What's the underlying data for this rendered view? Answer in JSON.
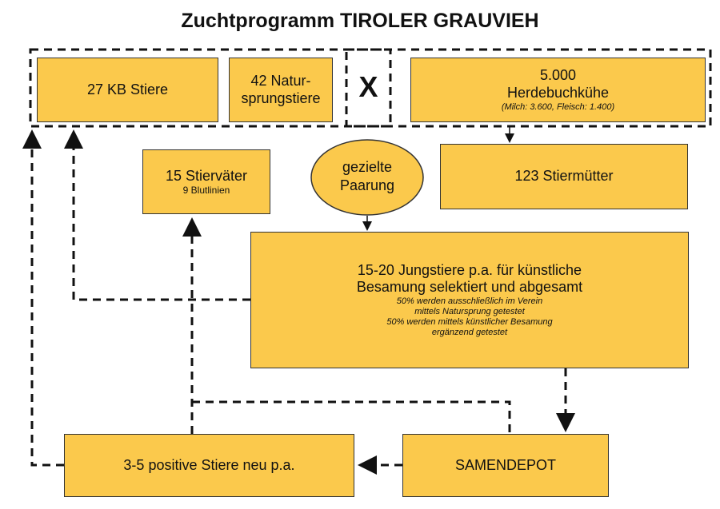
{
  "title": "Zuchtprogramm TIROLER GRAUVIEH",
  "nodes": {
    "kb_stiere": "27 KB Stiere",
    "natursprung_1": "42 Natur-",
    "natursprung_2": "sprungstiere",
    "cross": "X",
    "kuehe_count": "5.000",
    "kuehe_label": "Herdebuchkühe",
    "kuehe_detail": "(Milch: 3.600, Fleisch: 1.400)",
    "stiervaeter": "15 Stierväter",
    "blutlinien": "9 Blutlinien",
    "paarung_1": "gezielte",
    "paarung_2": "Paarung",
    "stiermuetter": "123 Stiermütter",
    "jungstiere_1": "15-20 Jungstiere p.a. für künstliche",
    "jungstiere_2": "Besamung selektiert und abgesamt",
    "jungstiere_notes": [
      "50% werden ausschließlich im Verein",
      "mittels Natursprung getestet",
      "50% werden mittels künstlicher Besamung",
      "ergänzend getestet"
    ],
    "samendepot": "SAMENDEPOT",
    "positive": "3-5 positive Stiere neu p.a."
  },
  "colors": {
    "box_fill": "#fbc94c",
    "line": "#111111"
  }
}
